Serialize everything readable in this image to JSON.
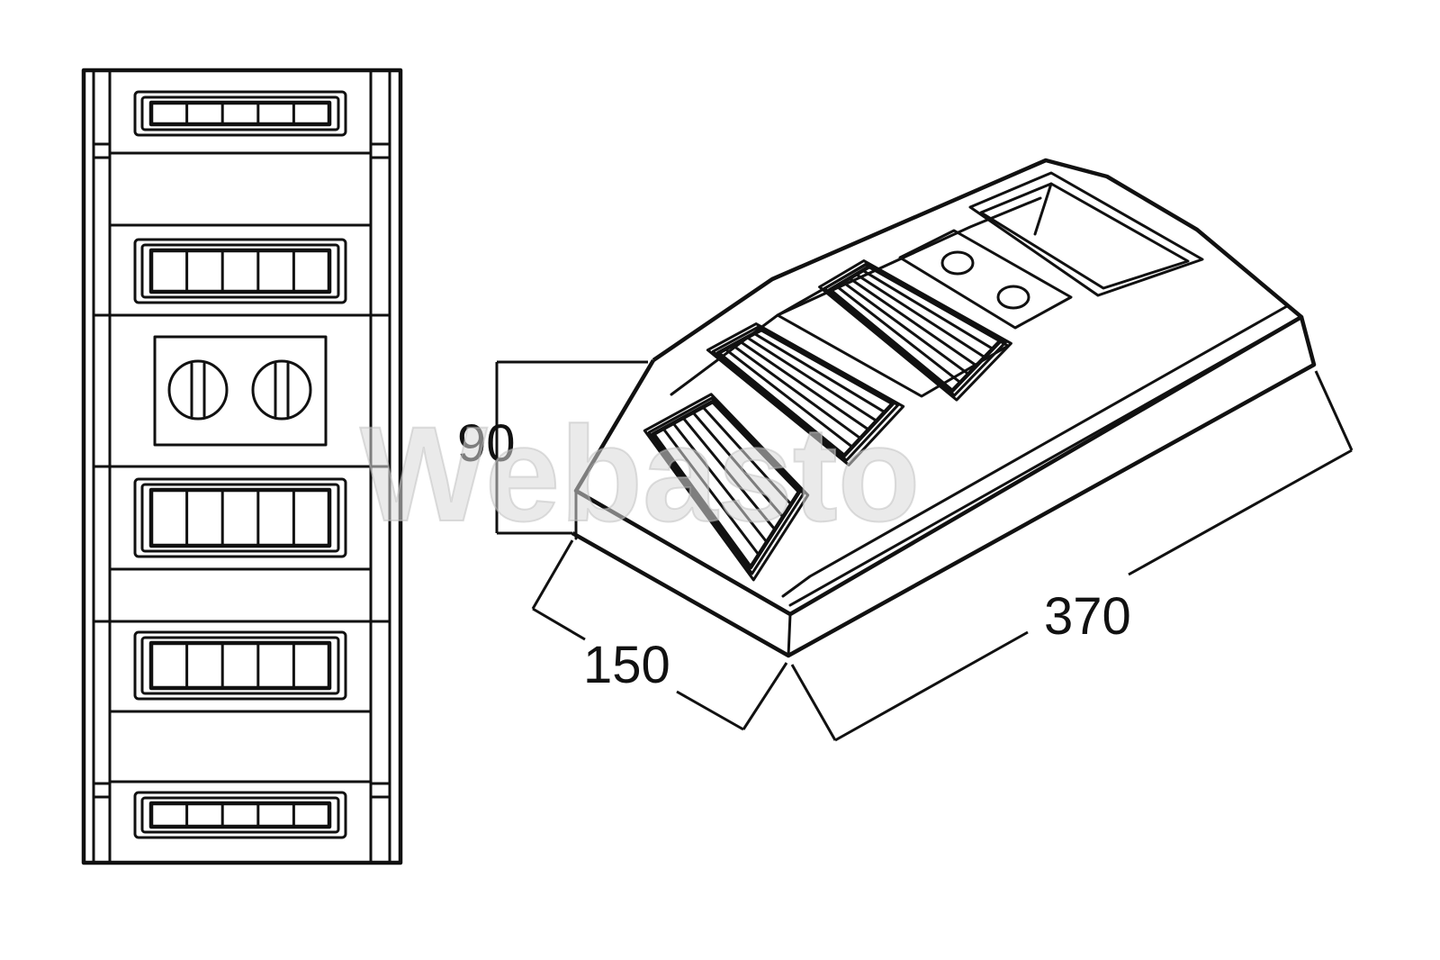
{
  "figure": {
    "front_view": {
      "vent_outlets": 5,
      "control_knobs": 2,
      "grille_slats_per_outlet": 5
    },
    "isometric_view": {
      "vent_outlets": 3,
      "control_knobs": 2
    },
    "dimensions": {
      "height": "90",
      "depth": "150",
      "length": "370"
    },
    "watermark": "Webasto"
  }
}
